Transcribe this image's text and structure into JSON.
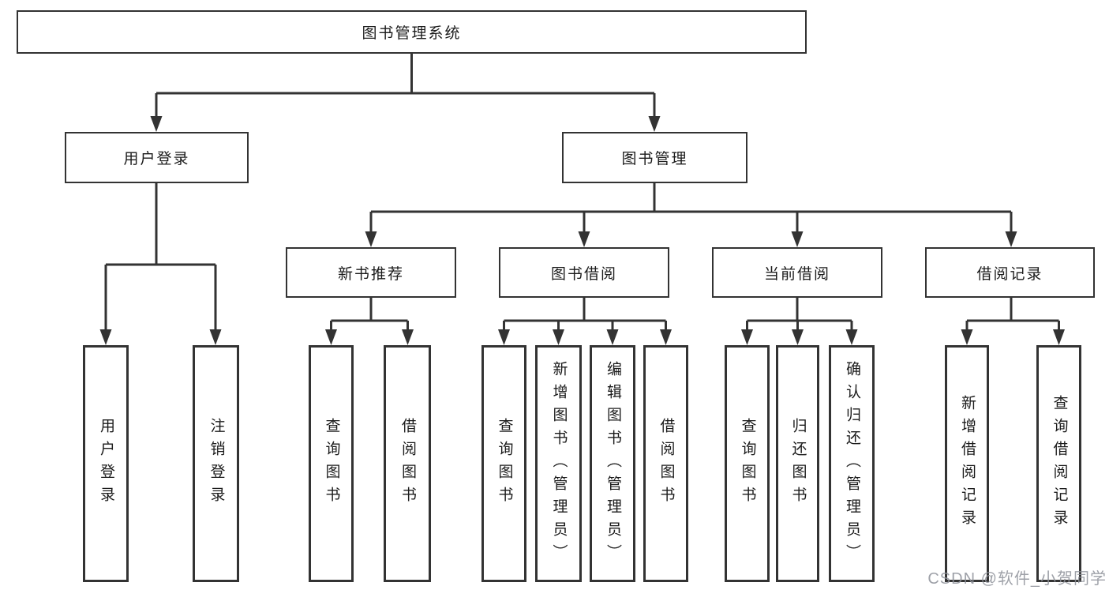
{
  "diagram": {
    "type": "hierarchy-tree",
    "tree": {
      "label": "图书管理系统",
      "children": [
        {
          "label": "用户登录",
          "children": [
            {
              "label": "用户登录"
            },
            {
              "label": "注销登录"
            }
          ]
        },
        {
          "label": "图书管理",
          "children": [
            {
              "label": "新书推荐",
              "children": [
                {
                  "label": "查询图书"
                },
                {
                  "label": "借阅图书"
                }
              ]
            },
            {
              "label": "图书借阅",
              "children": [
                {
                  "label": "查询图书"
                },
                {
                  "label": "新增图书（管理员）"
                },
                {
                  "label": "编辑图书（管理员）"
                },
                {
                  "label": "借阅图书"
                }
              ]
            },
            {
              "label": "当前借阅",
              "children": [
                {
                  "label": "查询图书"
                },
                {
                  "label": "归还图书"
                },
                {
                  "label": "确认归还（管理员）"
                }
              ]
            },
            {
              "label": "借阅记录",
              "children": [
                {
                  "label": "新增借阅记录"
                },
                {
                  "label": "查询借阅记录"
                }
              ]
            }
          ]
        }
      ]
    }
  },
  "watermark": {
    "text": "CSDN @软件_小贺同学"
  },
  "colors": {
    "line": "#333333",
    "box_border": "#333333",
    "box_fill": "#ffffff",
    "text": "#1b1b1b",
    "watermark": "#8d9099",
    "background": "#ffffff"
  }
}
